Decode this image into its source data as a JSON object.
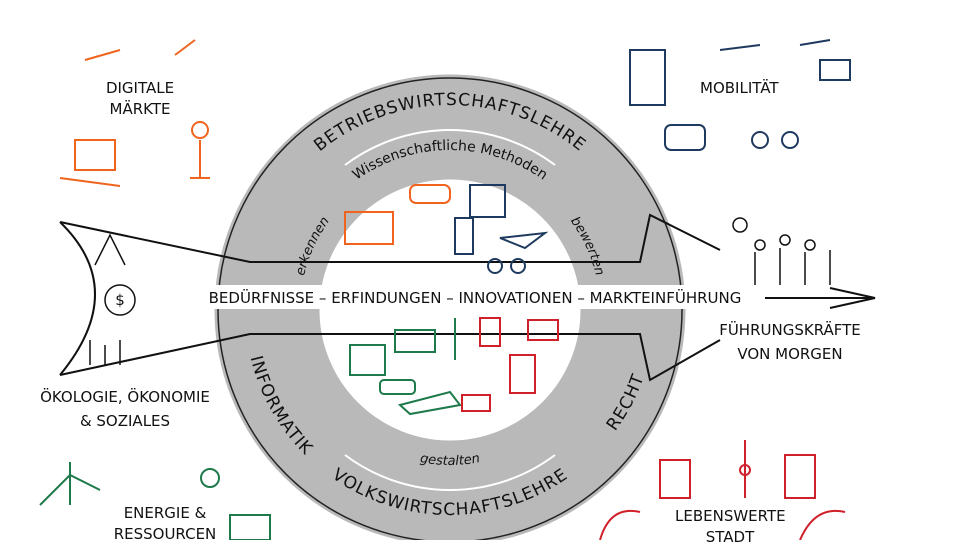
{
  "colors": {
    "ring": "#b9b9b9",
    "orange": "#f0641e",
    "navy": "#1f3a5f",
    "green": "#1e7a4a",
    "red": "#d0202a",
    "ink": "#111111"
  },
  "corners": {
    "top_left": "DIGITALE MÄRKTE",
    "top_right": "MOBILITÄT",
    "bottom_left": "ENERGIE & RESSOURCEN",
    "bottom_right": "LEBENSWERTE STADT"
  },
  "left": {
    "line1": "ÖKOLOGIE, ÖKONOMIE",
    "line2": "& SOZIALES",
    "icon": "money-bag-icon"
  },
  "right": {
    "line1": "FÜHRUNGSKRÄFTE",
    "line2": "VON MORGEN"
  },
  "process": "BEDÜRFNISSE – ERFINDUNGEN – INNOVATIONEN – MARKTEINFÜHRUNG",
  "ring": {
    "top": "BETRIEBSWIRTSCHAFTSLEHRE",
    "inner_top": "Wissenschaftliche Methoden",
    "bottom": "VOLKSWIRTSCHAFTSLEHRE",
    "left": "INFORMATIK",
    "right": "RECHT"
  },
  "verbs": {
    "recognize": "erkennen",
    "evaluate": "bewerten",
    "design": "gestalten"
  }
}
